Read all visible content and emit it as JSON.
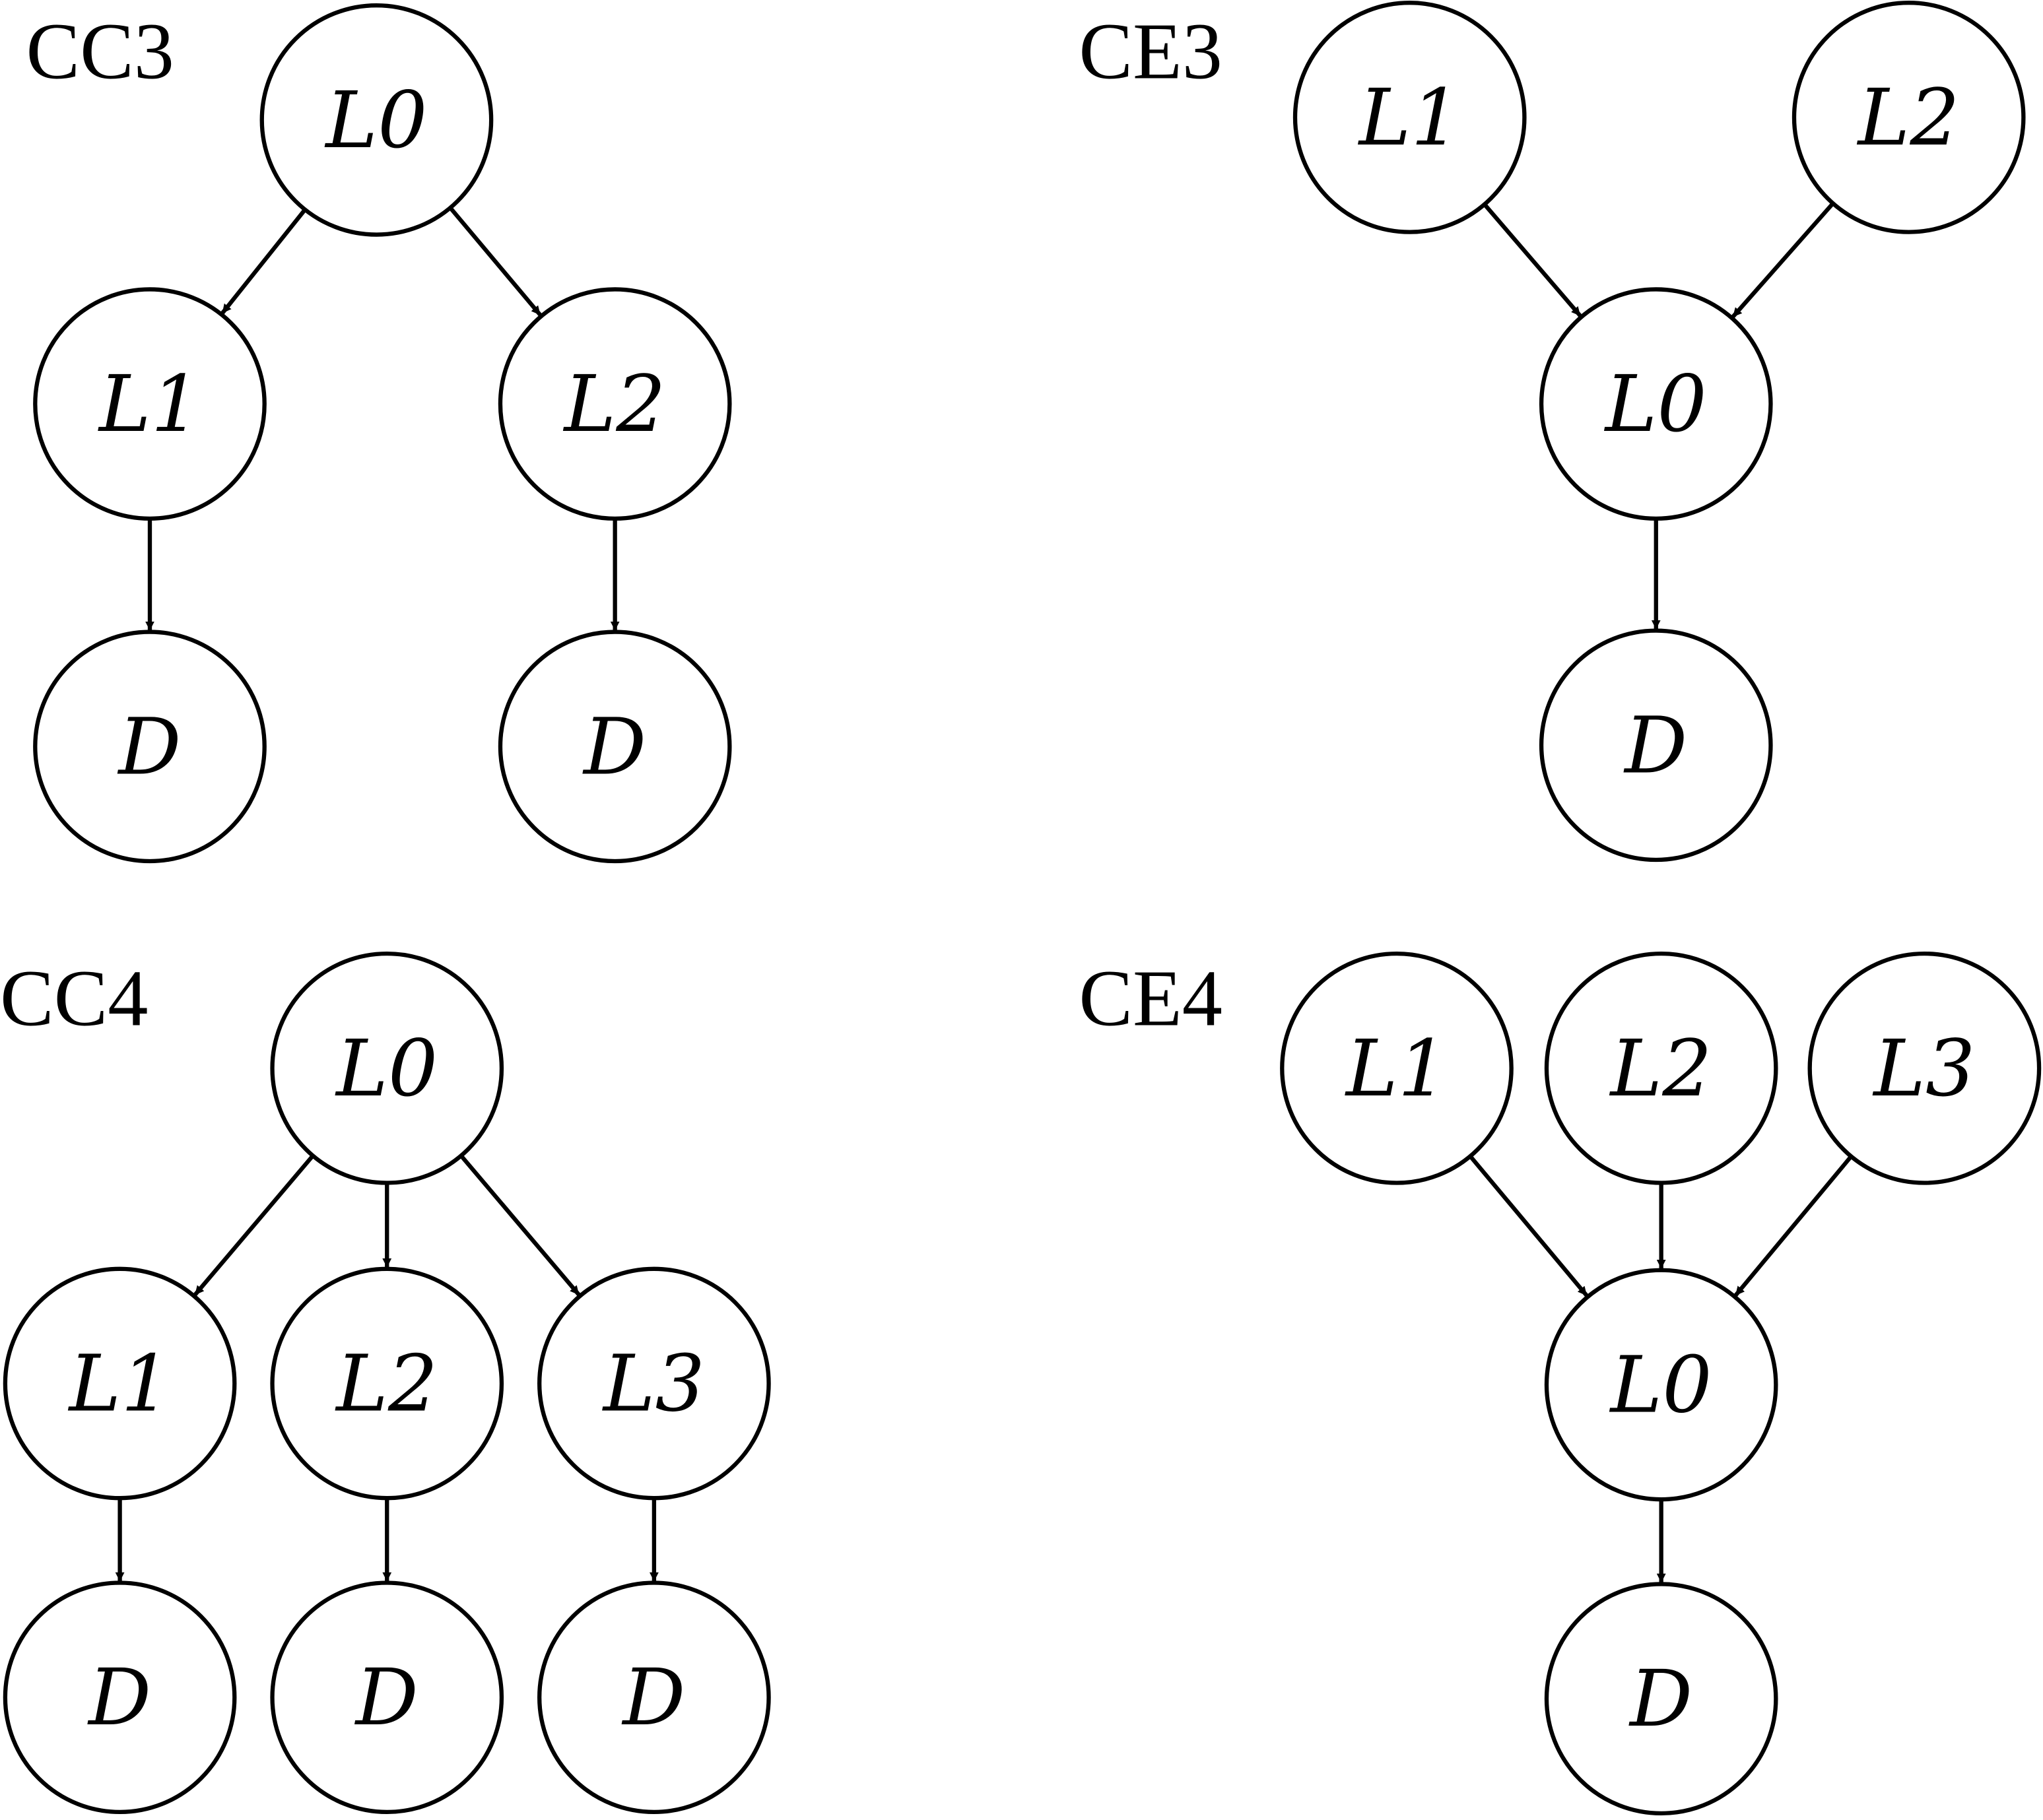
{
  "panels": [
    {
      "id": "cc3",
      "label": "CC3",
      "nodes": [
        {
          "id": "l0",
          "label": "L0"
        },
        {
          "id": "l1",
          "label": "L1"
        },
        {
          "id": "l2",
          "label": "L2"
        },
        {
          "id": "d1",
          "label": "D"
        },
        {
          "id": "d2",
          "label": "D"
        }
      ],
      "edges": [
        [
          "l0",
          "l1"
        ],
        [
          "l0",
          "l2"
        ],
        [
          "l1",
          "d1"
        ],
        [
          "l2",
          "d2"
        ]
      ]
    },
    {
      "id": "ce3",
      "label": "CE3",
      "nodes": [
        {
          "id": "l1",
          "label": "L1"
        },
        {
          "id": "l2",
          "label": "L2"
        },
        {
          "id": "l0",
          "label": "L0"
        },
        {
          "id": "d",
          "label": "D"
        }
      ],
      "edges": [
        [
          "l1",
          "l0"
        ],
        [
          "l2",
          "l0"
        ],
        [
          "l0",
          "d"
        ]
      ]
    },
    {
      "id": "cc4",
      "label": "CC4",
      "nodes": [
        {
          "id": "l0",
          "label": "L0"
        },
        {
          "id": "l1",
          "label": "L1"
        },
        {
          "id": "l2",
          "label": "L2"
        },
        {
          "id": "l3",
          "label": "L3"
        },
        {
          "id": "d1",
          "label": "D"
        },
        {
          "id": "d2",
          "label": "D"
        },
        {
          "id": "d3",
          "label": "D"
        }
      ],
      "edges": [
        [
          "l0",
          "l1"
        ],
        [
          "l0",
          "l2"
        ],
        [
          "l0",
          "l3"
        ],
        [
          "l1",
          "d1"
        ],
        [
          "l2",
          "d2"
        ],
        [
          "l3",
          "d3"
        ]
      ]
    },
    {
      "id": "ce4",
      "label": "CE4",
      "nodes": [
        {
          "id": "l1",
          "label": "L1"
        },
        {
          "id": "l2",
          "label": "L2"
        },
        {
          "id": "l3",
          "label": "L3"
        },
        {
          "id": "l0",
          "label": "L0"
        },
        {
          "id": "d",
          "label": "D"
        }
      ],
      "edges": [
        [
          "l1",
          "l0"
        ],
        [
          "l2",
          "l0"
        ],
        [
          "l3",
          "l0"
        ],
        [
          "l0",
          "d"
        ]
      ]
    }
  ]
}
